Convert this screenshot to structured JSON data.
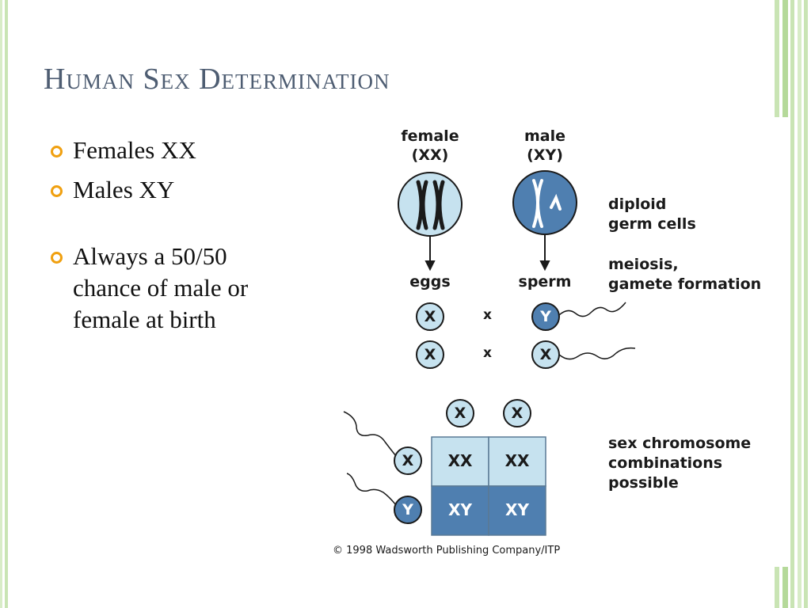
{
  "slide": {
    "title": "Human Sex Determination",
    "bullets": [
      "Females XX",
      "Males XY",
      "Always a 50/50 chance of male or female at birth"
    ]
  },
  "figure": {
    "female_label": "female",
    "female_genotype": "(XX)",
    "male_label": "male",
    "male_genotype": "(XY)",
    "diploid_label_1": "diploid",
    "diploid_label_2": "germ cells",
    "eggs_label": "eggs",
    "sperm_label": "sperm",
    "meiosis_label_1": "meiosis,",
    "meiosis_label_2": "gamete formation",
    "cross_symbol": "x",
    "egg_1": "X",
    "egg_2": "X",
    "sperm_1": "Y",
    "sperm_2": "X",
    "grid_col_1": "X",
    "grid_col_2": "X",
    "grid_row_1": "X",
    "grid_row_2": "Y",
    "cells": [
      "XX",
      "XX",
      "XY",
      "XY"
    ],
    "combo_label_1": "sex chromosome",
    "combo_label_2": "combinations",
    "combo_label_3": "possible",
    "copyright": "© 1998 Wadsworth Publishing Company/ITP"
  },
  "colors": {
    "title": "#4e5d72",
    "bullet_marker": "#f0a010",
    "light_blue": "#c6e2ef",
    "dark_blue": "#4f7fb0",
    "side_green": "#c9e4b4"
  }
}
